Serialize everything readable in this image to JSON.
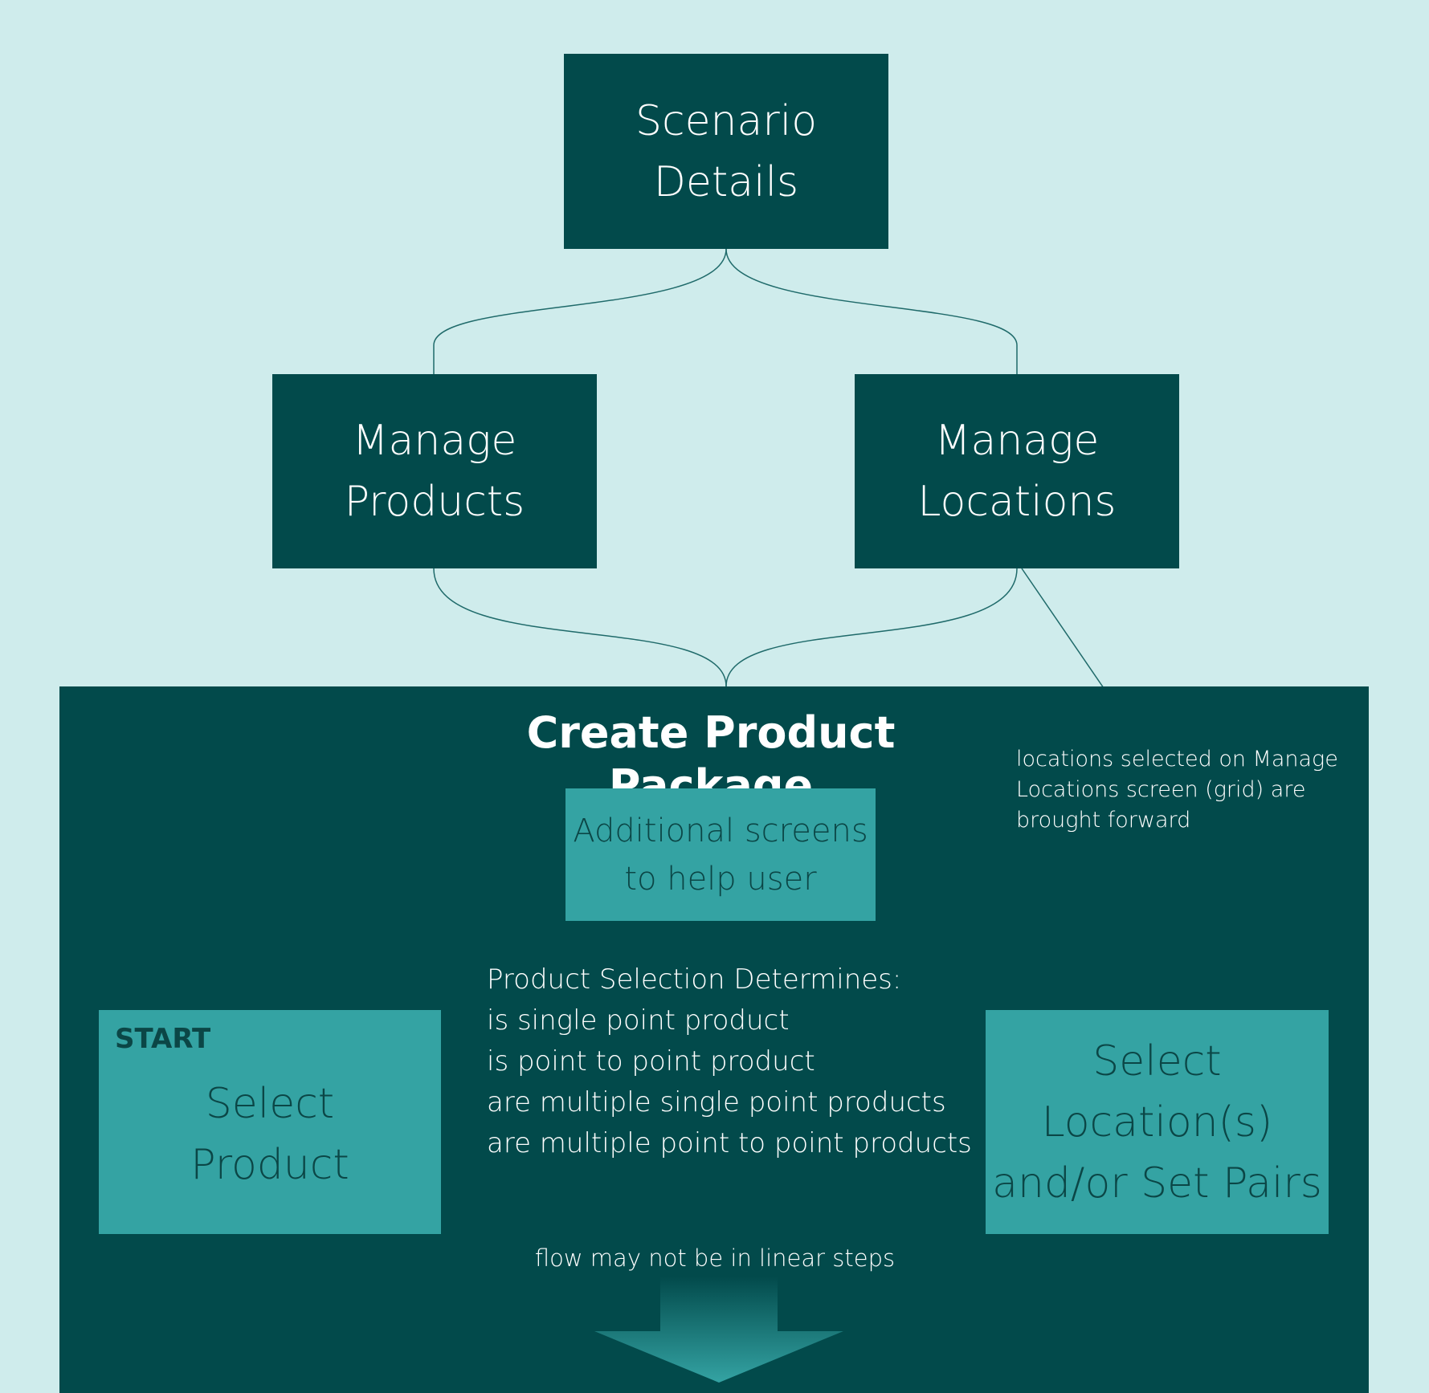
{
  "nodes": {
    "scenario_details": [
      "Scenario",
      "Details"
    ],
    "manage_products": [
      "Manage",
      "Products"
    ],
    "manage_locations": [
      "Manage",
      "Locations"
    ],
    "additional_screens": [
      "Additional screens",
      "to help user"
    ],
    "select_product": [
      "Select",
      "Product"
    ],
    "select_locations": [
      "Select",
      "Location(s)",
      "and/or Set Pairs"
    ]
  },
  "panel_title": "Create Product Package",
  "start_tag": "START",
  "locations_note": [
    "locations selected on Manage",
    "Locations screen (grid) are",
    "brought forward"
  ],
  "determines": {
    "heading": "Product Selection Determines:",
    "items": [
      "is single point product",
      "is point to point product",
      "are multiple single point products",
      "are multiple point to point products"
    ]
  },
  "flow_note": "flow may not be in linear steps",
  "colors": {
    "background": "#cfecec",
    "dark_teal": "#024a4b",
    "mid_teal": "#34a3a3",
    "connector": "#1f6a6a"
  }
}
